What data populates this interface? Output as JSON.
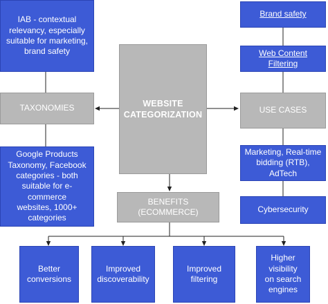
{
  "center": {
    "label": "WEBSITE\nCATEGORIZATION"
  },
  "taxonomies": {
    "label": "TAXONOMIES",
    "top_note": "IAB - contextual\nrelevancy, especially\nsuitable for marketing,\nbrand safety",
    "bottom_note": "Google Products\nTaxonomy, Facebook\ncategories - both\nsuitable for e-commerce\nwebsites, 1000+\ncategories"
  },
  "use_cases": {
    "label": "USE CASES",
    "items": [
      "Brand safety",
      "Web Content Filtering",
      "Marketing, Real-time\nbidding (RTB), AdTech",
      "Cybersecurity"
    ]
  },
  "benefits": {
    "label": "BENEFITS\n(ECOMMERCE)",
    "items": [
      "Better\nconversions",
      "Improved\ndiscoverability",
      "Improved\nfiltering",
      "Higher visibility\non search\nengines"
    ]
  },
  "colors": {
    "blue_box": "#3d5bd6",
    "gray_box": "#b8b8b8",
    "connector": "#222222"
  }
}
